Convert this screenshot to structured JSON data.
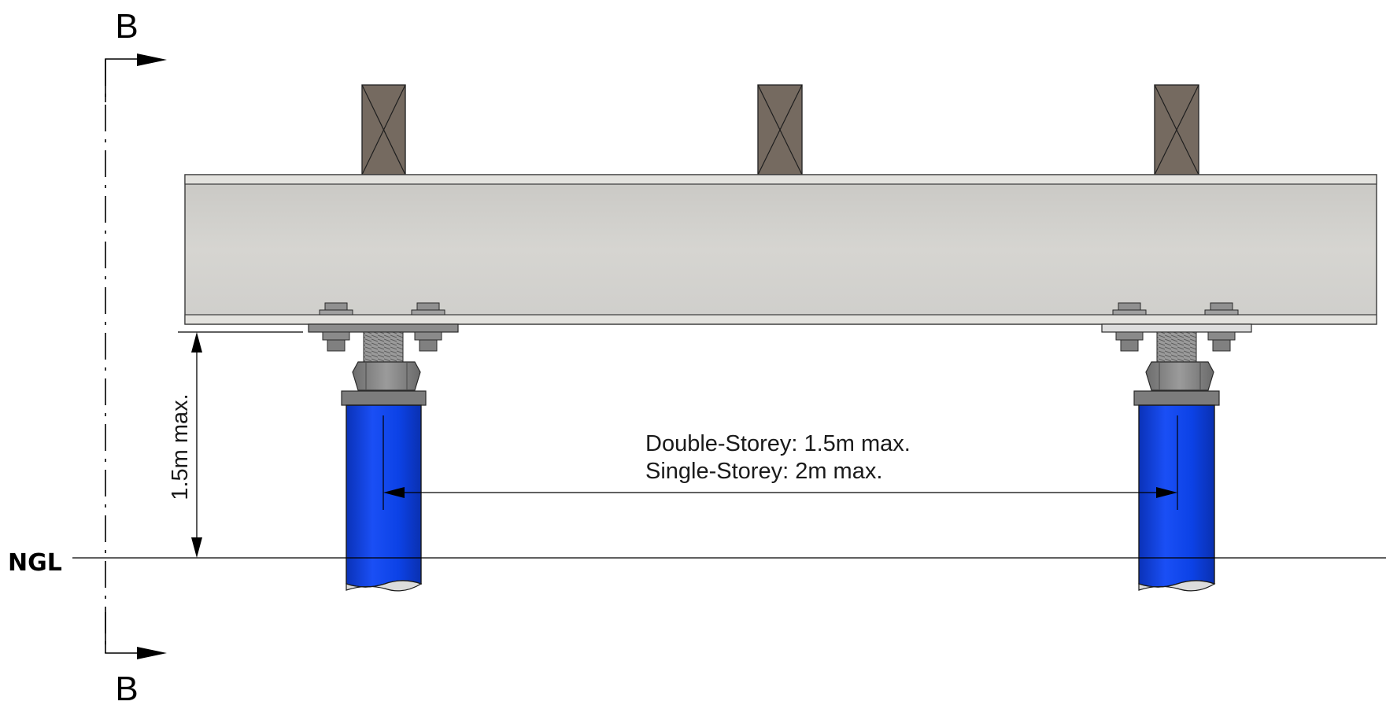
{
  "section_marker": {
    "top_label": "B",
    "bottom_label": "B"
  },
  "ground": {
    "label": "NGL"
  },
  "dimensions": {
    "height_label": "1.5m max.",
    "span_line1": "Double-Storey: 1.5m max.",
    "span_line2": "Single-Storey: 2m max."
  },
  "colors": {
    "beam": "#d4d3cf",
    "joist": "#756a60",
    "pier": "#0f45ee",
    "steel_parts": "#8a8a8a",
    "line": "#000000"
  }
}
